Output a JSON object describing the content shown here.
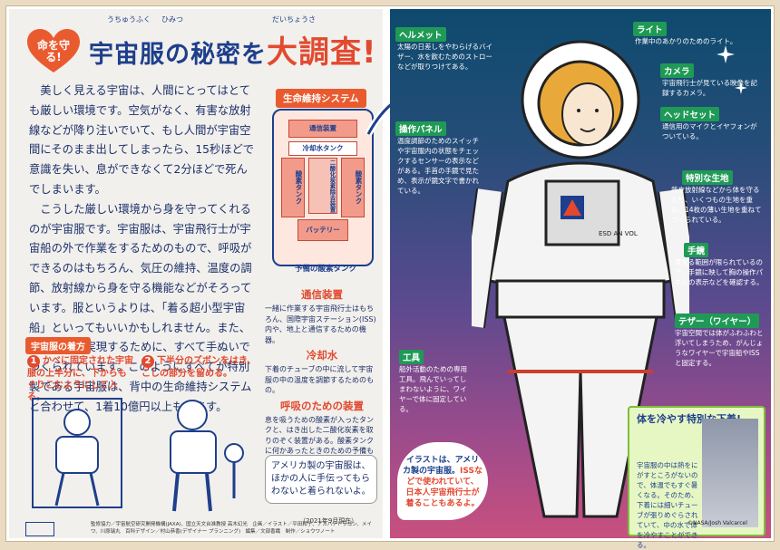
{
  "left": {
    "badge": "命を守る!",
    "title_part1": "宇宙服の秘密を",
    "title_part2": "大調査!",
    "ruby_uchuufuku": "うちゅうふく",
    "ruby_himitsu": "ひみつ",
    "ruby_daichousa": "だいちょうさ",
    "intro": [
      "美しく見える宇宙は、人間にとってはとても厳しい環境です。空気がなく、有害な放射線などが降り注いでいて、もし人間が宇宙空間にそのまま出してしまったら、15秒ほどで意識を失い、息ができなくて2分ほどで死んでしまいます。",
      "こうした厳しい環境から身を守ってくれるのが宇宙服です。宇宙服は、宇宙飛行士が宇宙船の外で作業をするためのもので、呼吸ができるのはもちろん、気圧の維持、温度の調節、放射線から身を守る機能などがそろっています。服というよりは、「着る超小型宇宙船」といってもいいかもしれません。また、高い品質を実現するために、すべて手ぬいでつくられています。このようにすべてが特別製である宇宙服は、背中の生命維持システムと合わせて、1着10億円以上もします。"
    ],
    "system": {
      "heading": "生命維持システム",
      "parts": [
        "通信装置",
        "冷却水タンク",
        "二酸化炭素除去装置",
        "酸素タンク",
        "酸素タンク",
        "バッテリー"
      ],
      "reserve": "予備の酸素タンク"
    },
    "items": [
      {
        "heading": "通信装置",
        "desc": "一緒に作業する宇宙飛行士はもちろん、国際宇宙ステーション(ISS)内や、地上と通信するための機器。"
      },
      {
        "heading": "冷却水",
        "desc": "下着のチューブの中に流して宇宙服の中の温度を調節するためのもの。"
      },
      {
        "heading": "呼吸のための装置",
        "desc": "息を吸うための酸素が入ったタンクと、はき出した二酸化炭素を取りのぞく装置がある。酸素タンクに何かあったときのための予備もある。"
      }
    ],
    "howto": "宇宙服の着方",
    "steps": [
      {
        "num": "1",
        "text": "かべに固定された宇宙服の上半分に、下からもぐりこむようにして入る。"
      },
      {
        "num": "2",
        "text": "下半分のズボンをはき、こしの部分を留める。"
      }
    ],
    "bubble": "アメリカ製の宇宙服は、ほかの人に手伝ってもらわないと着られないよ。",
    "date": "（2021年9月現在）",
    "credit": "監修協力／宇宙航空研究開発機構(JAXA)、国立天文台准教授 高木幻光　企画／イラスト／平田和子、アカハナドラゴン、メイワ、川原瑞丸　百科デザイン／村山恭香(デザイナー プランニング)　編集／文部香織　制作／ショウワノート"
  },
  "right": {
    "labels": [
      {
        "name": "ヘルメット",
        "desc": "太陽の日差しをやわらげるバイザー、水を飲むためのストローなどが取りつけてある。"
      },
      {
        "name": "ライト",
        "desc": "作業中のあかりのためのライト。"
      },
      {
        "name": "カメラ",
        "desc": "宇宙飛行士が見ている映像を記録するカメラ。"
      },
      {
        "name": "ヘッドセット",
        "desc": "通信用のマイクとイヤフォンがついている。"
      },
      {
        "name": "操作パネル",
        "desc": "温度調節のためのスイッチや宇宙服内の状態をチェックするセンサーの表示などがある。手首の手鏡で見ため、表示が鏡文字で書かれている。"
      },
      {
        "name": "特別な生地",
        "desc": "熱や放射線などから体を守るため、いくつもの生地を重ね、14枚の薄い生地を重ねてつくられている。"
      },
      {
        "name": "手鏡",
        "desc": "見える範囲が限られているので、手鏡に映して胸の操作パネルの表示などを確認する。"
      },
      {
        "name": "テザー（ワイヤー）",
        "desc": "宇宙空間では体がふわふわと浮いてしまうため、がんじょうなワイヤーで宇宙船やISSと固定する。"
      },
      {
        "name": "工具",
        "desc": "船外活動のための専用工具。飛んでいってしまわないように、ワイヤーで体に固定している。"
      }
    ],
    "note": {
      "line1": "イラストは、アメリカ製の宇宙服。",
      "line2": "ISSなどで使われていて、日本人宇宙飛行士が着ることもあるよ。"
    },
    "cool": {
      "heading": "体を冷やす特別な下着!",
      "desc": "宇宙服の中は熱をにがすところがないので、体温でもすぐ暑くなる。そのため、下着には細いチューブが張りめぐらされていて、中の水で体を冷やすことができる。",
      "caption": "©NASA/Josh Valcarcel"
    },
    "patch_text": "ESD  AN  VOL"
  },
  "colors": {
    "navy": "#1d3f8c",
    "red": "#e24a30",
    "orange": "#e95b2f",
    "green": "#1f9a56"
  }
}
